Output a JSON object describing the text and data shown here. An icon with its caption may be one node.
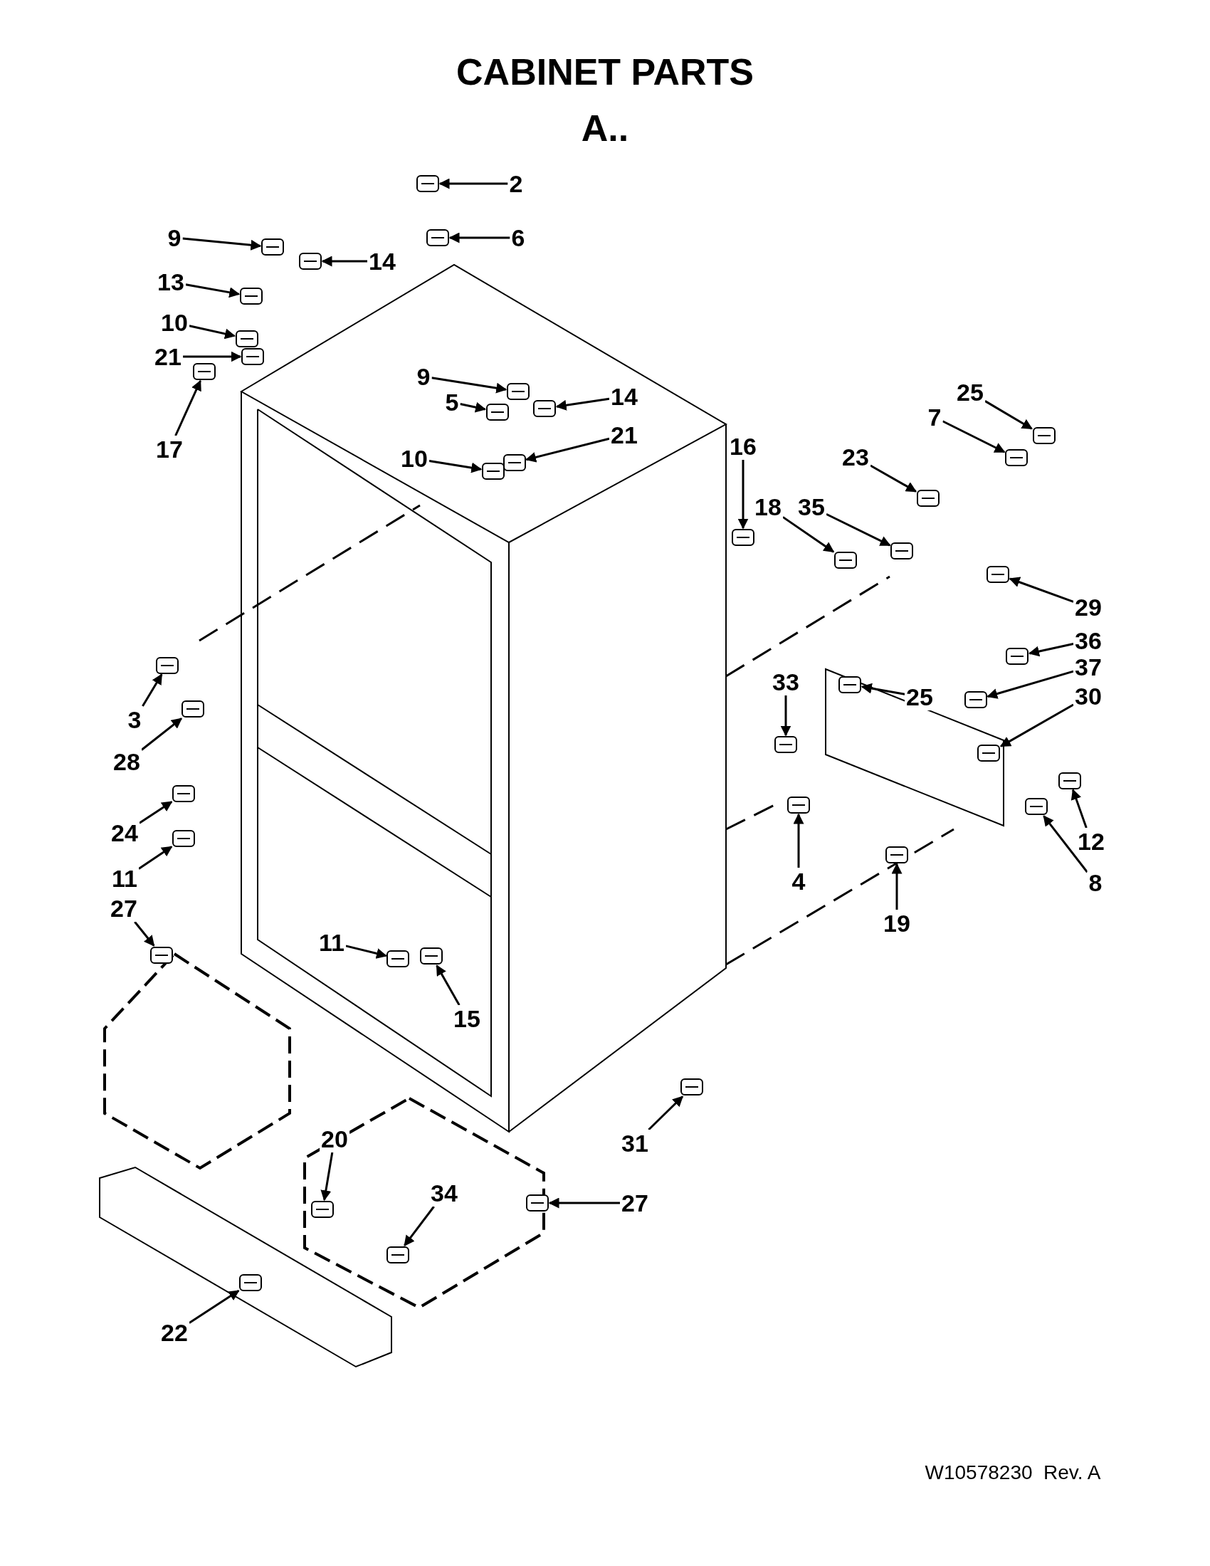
{
  "diagram": {
    "title": "CABINET PARTS",
    "nodes": [
      {
        "text": [
          "2"
        ]
      },
      {
        "text": [
          "6"
        ]
      },
      {
        "text": [
          "9"
        ]
      },
      {
        "text": [
          "14"
        ]
      },
      {
        "text": [
          "13"
        ]
      },
      {
        "text": [
          "10"
        ]
      },
      {
        "text": [
          "21"
        ]
      },
      {
        "text": [
          "9"
        ]
      },
      {
        "text": [
          "25"
        ]
      },
      {
        "text": [
          "14"
        ]
      },
      {
        "text": [
          "5"
        ]
      },
      {
        "text": [
          "7"
        ]
      },
      {
        "text": [
          "21"
        ]
      },
      {
        "text": [
          "17"
        ]
      },
      {
        "text": [
          "16"
        ]
      },
      {
        "text": [
          "10"
        ]
      },
      {
        "text": [
          "23"
        ]
      },
      {
        "text": [
          "18"
        ]
      },
      {
        "text": [
          "35"
        ]
      },
      {
        "text": [
          "29"
        ]
      },
      {
        "text": [
          "36"
        ]
      },
      {
        "text": [
          "37"
        ]
      },
      {
        "text": [
          "33"
        ]
      },
      {
        "text": [
          "25"
        ]
      },
      {
        "text": [
          "30"
        ]
      },
      {
        "text": [
          "3"
        ]
      },
      {
        "text": [
          "28"
        ]
      },
      {
        "text": [
          "24"
        ]
      },
      {
        "text": [
          "12"
        ]
      },
      {
        "text": [
          "11"
        ]
      },
      {
        "text": [
          "4"
        ]
      },
      {
        "text": [
          "8"
        ]
      },
      {
        "text": [
          "27"
        ]
      },
      {
        "text": [
          "19"
        ]
      },
      {
        "text": [
          "11"
        ]
      },
      {
        "text": [
          "15"
        ]
      },
      {
        "text": [
          "31"
        ]
      },
      {
        "text": [
          "20"
        ]
      },
      {
        "text": [
          "34"
        ]
      },
      {
        "text": [
          "27"
        ]
      },
      {
        "text": [
          "22"
        ]
      },
      {
        "text": [],
        "shape": "picture"
      },
      {
        "text": [],
        "shape": "picture"
      },
      {
        "text": [],
        "shape": "picture"
      },
      {
        "text": [],
        "shape": "picture"
      },
      {
        "text": [],
        "shape": "picture"
      },
      {
        "text": [],
        "shape": "picture"
      },
      {
        "text": [],
        "shape": "picture"
      },
      {
        "text": [],
        "shape": "picture"
      },
      {
        "text": [],
        "shape": "picture"
      },
      {
        "text": [],
        "shape": "picture"
      },
      {
        "text": [],
        "shape": "picture"
      },
      {
        "text": [],
        "shape": "picture"
      },
      {
        "text": [],
        "shape": "picture"
      },
      {
        "text": [],
        "shape": "picture"
      },
      {
        "text": [],
        "shape": "picture"
      },
      {
        "text": [],
        "shape": "picture"
      },
      {
        "text": [],
        "shape": "picture"
      },
      {
        "text": [],
        "shape": "picture"
      },
      {
        "text": [],
        "shape": "picture"
      },
      {
        "text": [],
        "shape": "picture"
      },
      {
        "text": [],
        "shape": "picture"
      },
      {
        "text": [],
        "shape": "picture"
      },
      {
        "text": [],
        "shape": "picture"
      },
      {
        "text": [],
        "shape": "picture"
      },
      {
        "text": [],
        "shape": "picture"
      },
      {
        "text": [],
        "shape": "picture"
      },
      {
        "text": [],
        "shape": "picture"
      },
      {
        "text": [],
        "shape": "picture"
      },
      {
        "text": [],
        "shape": "picture"
      },
      {
        "text": [],
        "shape": "picture"
      },
      {
        "text": [],
        "shape": "picture"
      },
      {
        "text": [],
        "shape": "picture"
      },
      {
        "text": [],
        "shape": "picture"
      },
      {
        "text": [],
        "shape": "picture"
      },
      {
        "text": [],
        "shape": "picture"
      },
      {
        "text": [],
        "shape": "picture"
      },
      {
        "text": [],
        "shape": "picture"
      },
      {
        "text": [],
        "shape": "picture"
      },
      {
        "text": [],
        "shape": "picture"
      },
      {
        "text": [],
        "shape": "picture"
      },
      {
        "text": [],
        "shape": "picture"
      }
    ],
    "edges": [
      {
        "from": 0,
        "to": 41,
        "arrow": "to"
      },
      {
        "from": 1,
        "to": 42,
        "arrow": "to"
      },
      {
        "from": 2,
        "to": 43,
        "arrow": "to"
      },
      {
        "from": 3,
        "to": 44,
        "arrow": "to"
      },
      {
        "from": 4,
        "to": 45,
        "arrow": "to"
      },
      {
        "from": 5,
        "to": 46,
        "arrow": "to"
      },
      {
        "from": 6,
        "to": 47,
        "arrow": "to"
      },
      {
        "from": 7,
        "to": 48,
        "arrow": "to"
      },
      {
        "from": 8,
        "to": 49,
        "arrow": "to"
      },
      {
        "from": 9,
        "to": 50,
        "arrow": "to"
      },
      {
        "from": 10,
        "to": 51,
        "arrow": "to"
      },
      {
        "from": 11,
        "to": 52,
        "arrow": "to"
      },
      {
        "from": 12,
        "to": 53,
        "arrow": "to"
      },
      {
        "from": 13,
        "to": 54,
        "arrow": "to"
      },
      {
        "from": 14,
        "to": 55,
        "arrow": "to"
      },
      {
        "from": 15,
        "to": 56,
        "arrow": "to"
      },
      {
        "from": 16,
        "to": 57,
        "arrow": "to"
      },
      {
        "from": 17,
        "to": 58,
        "arrow": "to"
      },
      {
        "from": 18,
        "to": 59,
        "arrow": "to"
      },
      {
        "from": 19,
        "to": 60,
        "arrow": "to"
      },
      {
        "from": 20,
        "to": 61,
        "arrow": "to"
      },
      {
        "from": 21,
        "to": 62,
        "arrow": "to"
      },
      {
        "from": 22,
        "to": 63,
        "arrow": "to"
      },
      {
        "from": 23,
        "to": 64,
        "arrow": "to"
      },
      {
        "from": 24,
        "to": 65,
        "arrow": "to"
      },
      {
        "from": 25,
        "to": 66,
        "arrow": "to"
      },
      {
        "from": 26,
        "to": 67,
        "arrow": "to"
      },
      {
        "from": 27,
        "to": 68,
        "arrow": "to"
      },
      {
        "from": 28,
        "to": 69,
        "arrow": "to"
      },
      {
        "from": 29,
        "to": 70,
        "arrow": "to"
      },
      {
        "from": 30,
        "to": 71,
        "arrow": "to"
      },
      {
        "from": 31,
        "to": 72,
        "arrow": "to"
      },
      {
        "from": 32,
        "to": 73,
        "arrow": "to"
      },
      {
        "from": 33,
        "to": 74,
        "arrow": "to"
      },
      {
        "from": 34,
        "to": 75,
        "arrow": "to"
      },
      {
        "from": 35,
        "to": 76,
        "arrow": "to"
      },
      {
        "from": 36,
        "to": 77,
        "arrow": "to"
      },
      {
        "from": 37,
        "to": 78,
        "arrow": "to"
      },
      {
        "from": 38,
        "to": 79,
        "arrow": "to"
      },
      {
        "from": 39,
        "to": 80,
        "arrow": "to"
      },
      {
        "from": 40,
        "to": 81,
        "arrow": "to"
      }
    ],
    "labels": [
      "A..",
      "W10578230  Rev. A"
    ]
  }
}
